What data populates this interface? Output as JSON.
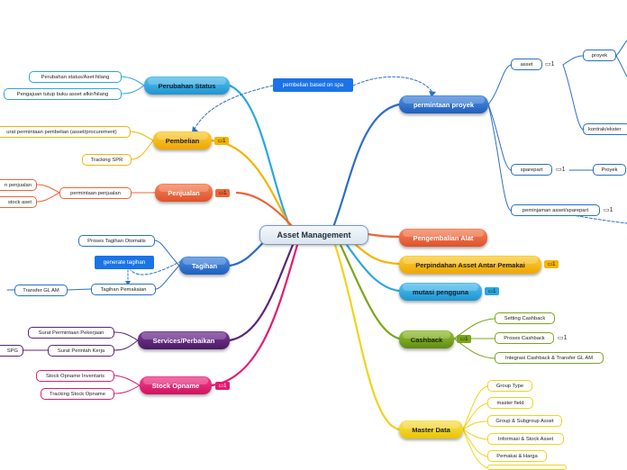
{
  "central": "Asset Management",
  "left": {
    "perubahan_status": {
      "label": "Perubahan Status",
      "children": [
        "Perubahan status/Aset hilang",
        "Pengajuan tutup buku asset afkir/hilang"
      ]
    },
    "pembelian": {
      "label": "Pembelian",
      "comment_count": "1",
      "children": [
        "urat permintaan pembelian (asset/procurement)",
        "Tracking SPR"
      ]
    },
    "penjualan": {
      "label": "Penjualan",
      "comment_count": "1",
      "child": "permintaan penjualan",
      "grandchildren": [
        "n penjualan",
        "stock aset"
      ]
    },
    "tagihan": {
      "label": "Tagihan",
      "children": [
        "Proses Tagihan Otomatis",
        "Tagihan Pemakaian"
      ],
      "transfer": "Transfer GL AM"
    },
    "services": {
      "label": "Services/Perbaikan",
      "children": [
        "Surat Permintaan Pekerjaan",
        "Surat Perintah Kerja"
      ],
      "spg": "SPG"
    },
    "stock_opname": {
      "label": "Stock Opname",
      "comment_count": "1",
      "children": [
        "Stock Opname Inventaris",
        "Tracking Stock Opname"
      ]
    }
  },
  "tags": {
    "pembelian_spa": "pembelian based on spa",
    "generate_tagihan": "generate tagihan"
  },
  "right": {
    "permintaan_proyek": {
      "label": "permintaan proyek",
      "asset": "asset",
      "asset_comments": "1",
      "proyek_lower": "proyek",
      "kontrak": "kontrak/ekster",
      "sparepart": "sparepart",
      "sparepart_comments": "1",
      "proyek": "Proyek",
      "peminjaman": "peminjaman asset/sparepart",
      "peminjaman_comments": "1"
    },
    "pengembalian": {
      "label": "Pengembalian Alat"
    },
    "perpindahan": {
      "label": "Perpindahan Asset Antar Pemakai",
      "comment_count": "1"
    },
    "mutasi": {
      "label": "mutasi pengguna",
      "comment_count": "1"
    },
    "cashback": {
      "label": "Cashback",
      "comment_count": "1",
      "children": [
        "Setting Cashback",
        "Proses Cashback",
        "Integrasi Cashback & Transfer GL AM"
      ],
      "proses_comments": "1"
    },
    "master_data": {
      "label": "Master Data",
      "children": [
        "Group Type",
        "master field",
        "Group & Subgroup Asset",
        "Informasi & Stock Asset",
        "Pemakai & Harga"
      ]
    }
  },
  "colors": {
    "blue": "#2c6fc9",
    "orange": "#ef6436",
    "gold": "#f4b400",
    "purple": "#5a2577",
    "pink": "#e21b72",
    "green": "#7aa51c",
    "cyan": "#2aa7e0",
    "yellow": "#f2d21c",
    "tag": "#1a73e8"
  }
}
